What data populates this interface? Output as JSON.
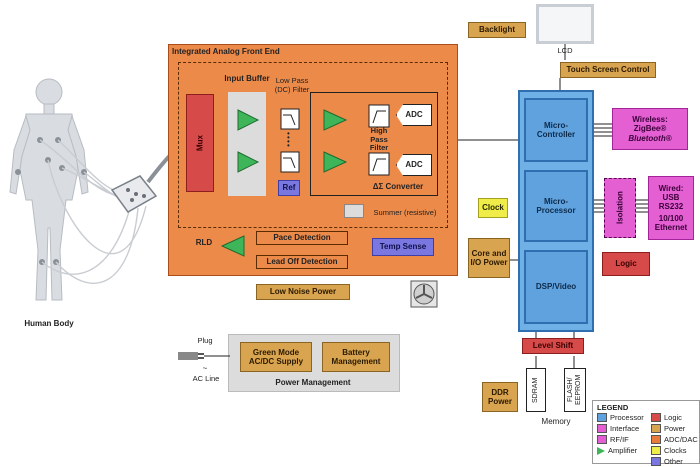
{
  "human": {
    "label": "Human Body"
  },
  "afe": {
    "title": "Integrated Analog Front End",
    "mux": "Mux",
    "input_buffer": "Input Buffer",
    "lowpass": "Low Pass (DC) Filter",
    "highpass": "High Pass Filter",
    "adc1": "ADC",
    "adc2": "ADC",
    "ref": "Ref",
    "converter": "ΔΣ Converter",
    "summer": "Summer (resistive)",
    "rld": "RLD",
    "pace": "Pace Detection",
    "leadoff": "Lead Off Detection",
    "temp": "Temp Sense"
  },
  "low_noise_power": "Low Noise Power",
  "backlight": "Backlight",
  "lcd": "LCD",
  "touch": "Touch Screen Control",
  "micro_controller": "Micro-Controller",
  "micro_processor": "Micro-Processor",
  "dsp": "DSP/Video",
  "wireless": {
    "line1": "Wireless:",
    "line2": "ZigBee®",
    "line3": "Bluetooth®"
  },
  "isolation": "Isolation",
  "wired": {
    "line1": "Wired:",
    "line2": "USB",
    "line3": "RS232",
    "line4": "10/100",
    "line5": "Ethernet"
  },
  "clock": "Clock",
  "core_io": "Core and I/O Power",
  "logic": "Logic",
  "level_shift": "Level Shift",
  "ddr_power": "DDR Power",
  "sdram": "SDRAM",
  "flash": "FLASH/ EEPROM",
  "memory": "Memory",
  "power_mgmt": {
    "plug": "Plug",
    "acline": "AC Line",
    "green": "Green Mode AC/DC Supply",
    "battery": "Battery Management",
    "title": "Power Management"
  },
  "legend": {
    "title": "LEGEND",
    "items": [
      {
        "label": "Processor",
        "color": "#5fa2de"
      },
      {
        "label": "Logic",
        "color": "#d64a4a"
      },
      {
        "label": "Interface",
        "color": "#e35fd2"
      },
      {
        "label": "Power",
        "color": "#d9a450"
      },
      {
        "label": "RF/IF",
        "color": "#e35fd2"
      },
      {
        "label": "ADC/DAC",
        "color": "#e87a3c"
      },
      {
        "label": "Amplifier",
        "color": "#3fb55a"
      },
      {
        "label": "Clocks",
        "color": "#f0ec4a"
      },
      {
        "label": "",
        "color": ""
      },
      {
        "label": "Other",
        "color": "#7a78e0"
      }
    ]
  }
}
